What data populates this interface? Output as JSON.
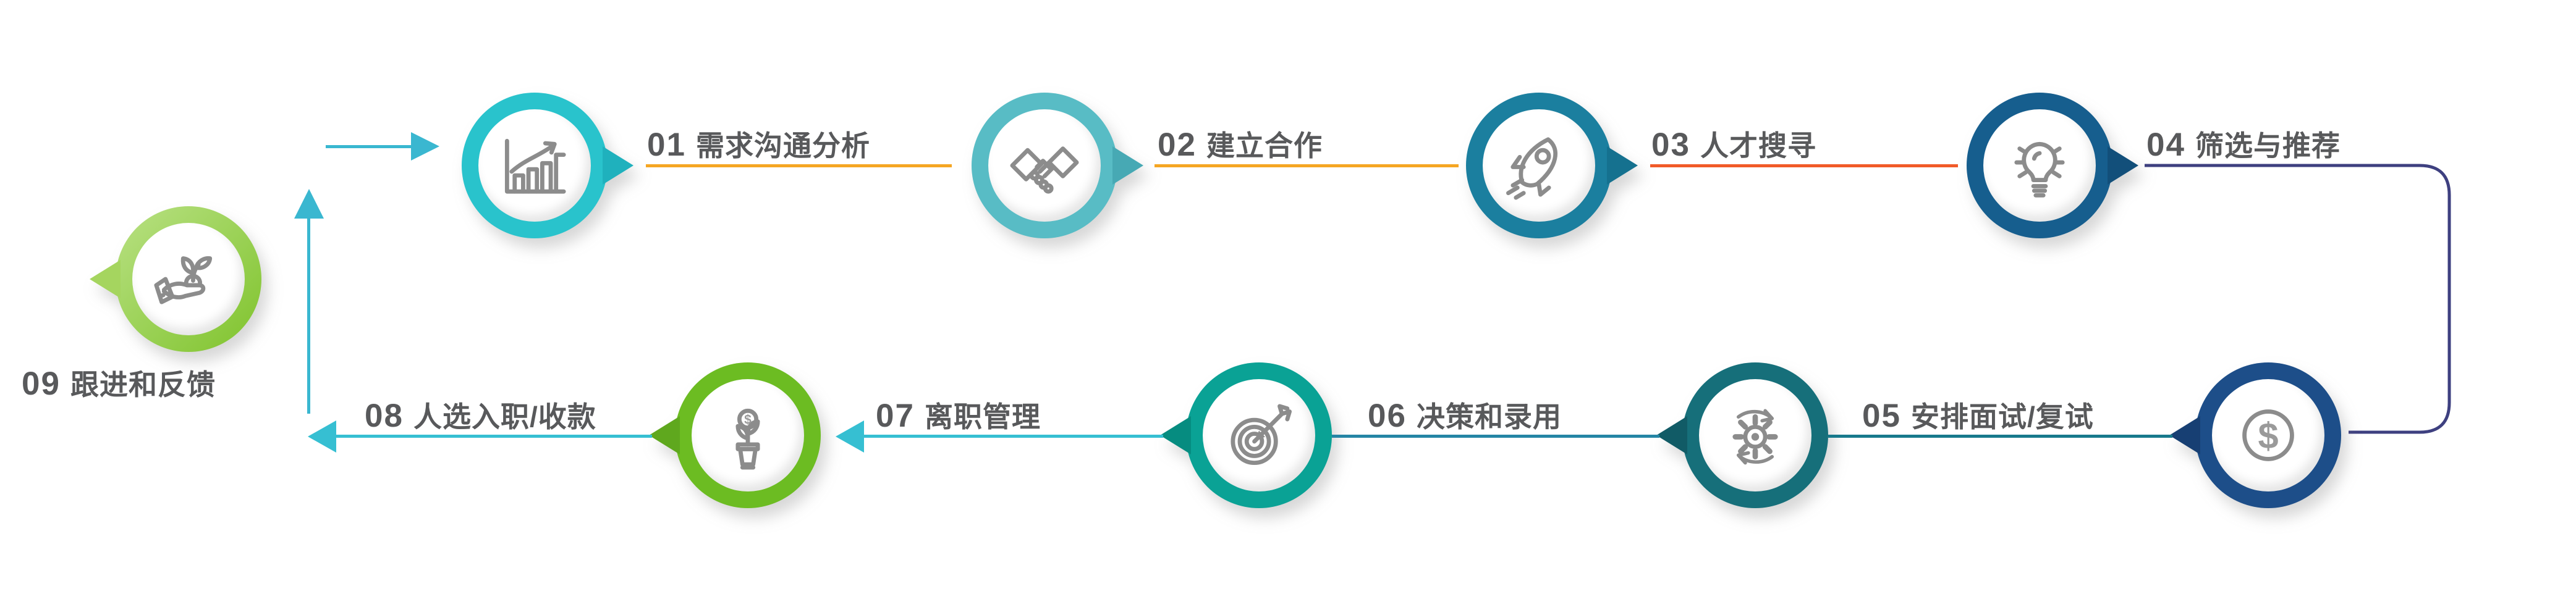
{
  "canvas": {
    "background": "#ffffff"
  },
  "steps": [
    {
      "number": "01",
      "label": "需求沟通分析",
      "icon": "growth-chart-icon",
      "ring_color": "#29c3cc",
      "notch_color": "#1fb1bd",
      "line_color": "#f5a623"
    },
    {
      "number": "02",
      "label": "建立合作",
      "icon": "handshake-icon",
      "ring_color": "#58bcc5",
      "notch_color": "#47a9b4",
      "line_color": "#f5a623"
    },
    {
      "number": "03",
      "label": "人才搜寻",
      "icon": "rocket-icon",
      "ring_color": "#1b7f9f",
      "notch_color": "#15718f",
      "line_color": "#f15a29"
    },
    {
      "number": "04",
      "label": "筛选与推荐",
      "icon": "lightbulb-icon",
      "ring_color": "#165e8e",
      "notch_color": "#124f7a",
      "line_color": "#3e4080"
    },
    {
      "number": "05",
      "label": "安排面试/复试",
      "icon": "dollar-coin-icon",
      "ring_color": "#1d4e89",
      "notch_color": "#173f73",
      "line_color": "#17798c"
    },
    {
      "number": "06",
      "label": "决策和录用",
      "icon": "gear-sync-icon",
      "ring_color": "#166f7a",
      "notch_color": "#115b66",
      "line_color": "#2585a5"
    },
    {
      "number": "07",
      "label": "离职管理",
      "icon": "target-arrow-icon",
      "ring_color": "#0aa295",
      "notch_color": "#068c80",
      "line_color": "#36bfd2"
    },
    {
      "number": "08",
      "label": "人选入职/收款",
      "icon": "money-plant-icon",
      "ring_color": "#6cbc22",
      "notch_color": "#5fa81e",
      "line_color": "#36bfd2"
    },
    {
      "number": "09",
      "label": "跟进和反馈",
      "icon": "sprout-hand-icon",
      "ring_color": "linear-gradient(135deg,#b9e184,#7fc32c)",
      "notch_color": "#a5d55f",
      "line_color": "#3ab7d0"
    }
  ],
  "connectors": {
    "flow_arrow_color": "#3ab7d0",
    "loop_color": "#3e4080",
    "icon_stroke_color": "#8c8c8c",
    "text_color": "#58595b"
  }
}
